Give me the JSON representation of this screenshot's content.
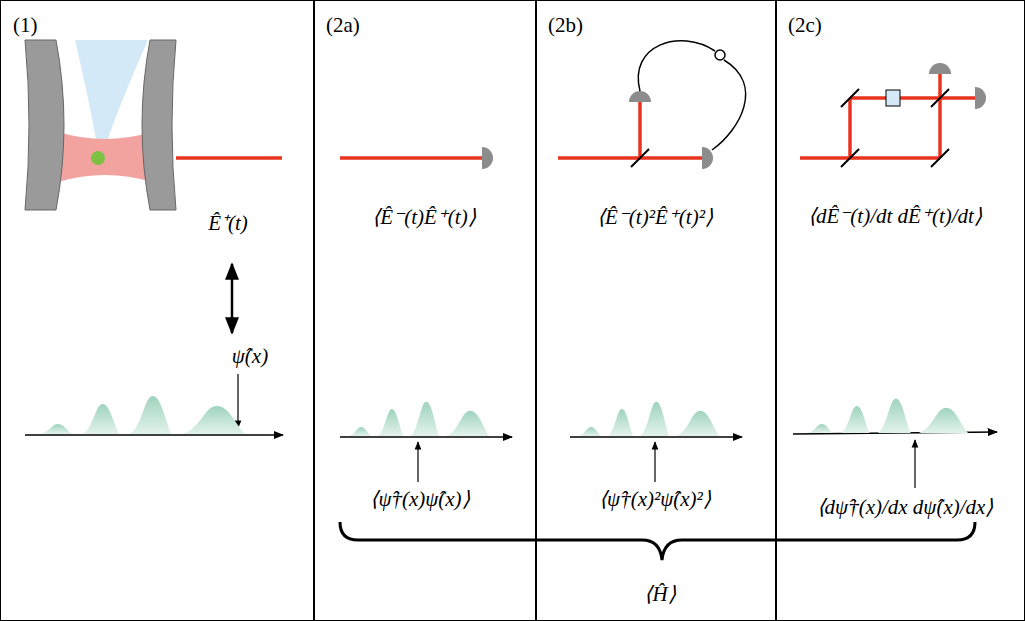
{
  "diagram": {
    "nodes": [
      {
        "text": [
          "(1)"
        ]
      },
      {
        "text": [
          "(2a)"
        ]
      },
      {
        "text": [
          "(2b)"
        ]
      },
      {
        "text": [
          "(2c)"
        ]
      }
    ],
    "labels": [
      "Ê⁺(t)",
      "ψ̂(x)",
      "⟨Ê⁻(t)Ê⁺(t)⟩",
      "⟨ψ̂†(x)ψ̂(x)⟩",
      "⟨Ê⁻(t)²Ê⁺(t)²⟩",
      "⟨ψ̂†(x)²ψ̂(x)²⟩",
      "⟨dÊ⁻(t)/dt dÊ⁺(t)/dt⟩",
      "⟨dψ̂†(x)/dx dψ̂(x)/dx⟩",
      "⟨Ĥ⟩"
    ]
  }
}
